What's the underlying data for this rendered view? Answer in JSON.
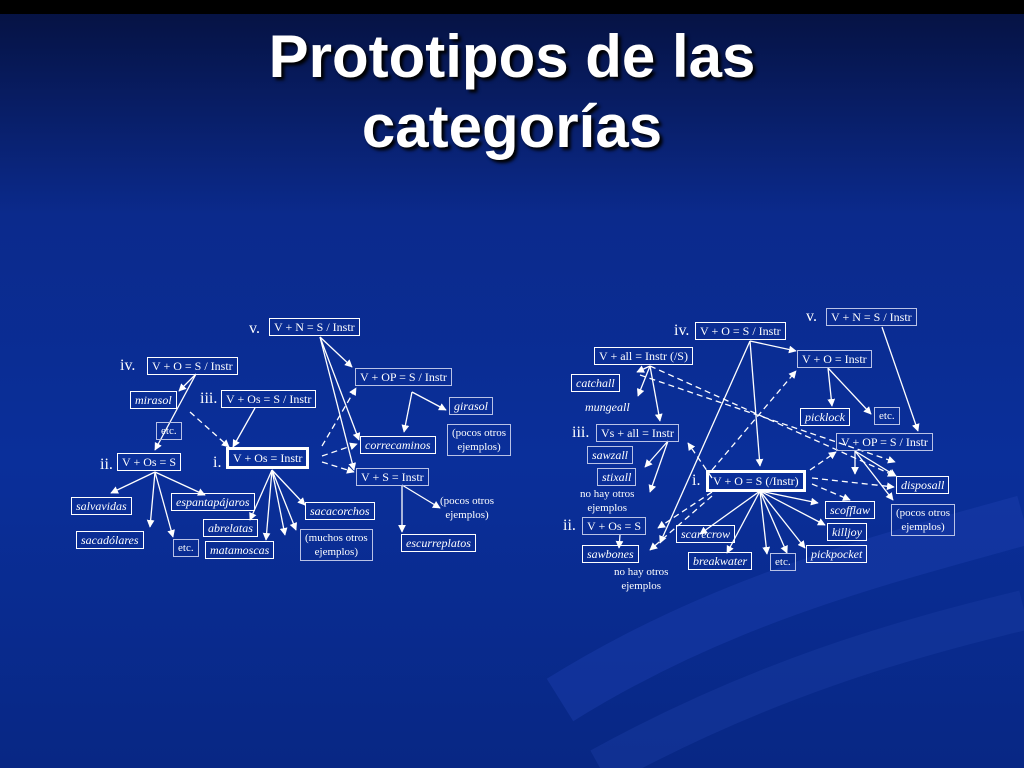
{
  "title": [
    "Prototipos de las",
    "categorías"
  ],
  "left": {
    "roman": [
      "v.",
      "iv.",
      "iii.",
      "ii.",
      "i."
    ],
    "n_v": "V + N = S / Instr",
    "n_iv": "V + O = S / Instr",
    "n_op": "V + OP = S / Instr",
    "n_iii": "V + Os = S / Instr",
    "n_ii": "V + Os =  S",
    "n_i": "V + Os = Instr",
    "n_vs": "V + S =  Instr",
    "mirasol": "mirasol",
    "girasol": "girasol",
    "correcaminos": "correcaminos",
    "etc1": "etc.",
    "etc2": "etc.",
    "salvavidas": "salvavidas",
    "espantapajaros": "espantapájaros",
    "abrelatas": "abrelatas",
    "sacacorchos": "sacacorchos",
    "sacadolares": "sacadólares",
    "matamoscas": "matamoscas",
    "escurreplatos": "escurreplatos",
    "note_pocos1": "(pocos otros\nejemplos)",
    "note_pocos2": "(pocos otros\nejemplos)",
    "note_muchos": "(muchos otros\nejemplos)"
  },
  "right": {
    "roman": [
      "v.",
      "iv.",
      "iii.",
      "ii.",
      "i."
    ],
    "n_v": "V + N = S / Instr",
    "n_iv": "V + O = S / Instr",
    "n_all": "V + all = Instr (/S)",
    "n_o_instr": "V + O = Instr",
    "n_op": "V + OP = S / Instr",
    "n_s_all": "Vs + all = Instr",
    "n_i": "V + O = S (/Instr)",
    "n_ii": "V + Os =  S",
    "catchall": "catchall",
    "mungeall": "mungeall",
    "picklock": "picklock",
    "etc1": "etc.",
    "etc2": "etc.",
    "sawzall": "sawzall",
    "stixall": "stixall",
    "disposall": "disposall",
    "scofflaw": "scofflaw",
    "killjoy": "killjoy",
    "scarecrow": "scarecrow",
    "sawbones": "sawbones",
    "breakwater": "breakwater",
    "pickpocket": "pickpocket",
    "note_nohay1": "no hay otros\nejemplos",
    "note_nohay2": "no hay otros\nejemplos",
    "note_pocos": "(pocos otros\nejemplos)"
  }
}
